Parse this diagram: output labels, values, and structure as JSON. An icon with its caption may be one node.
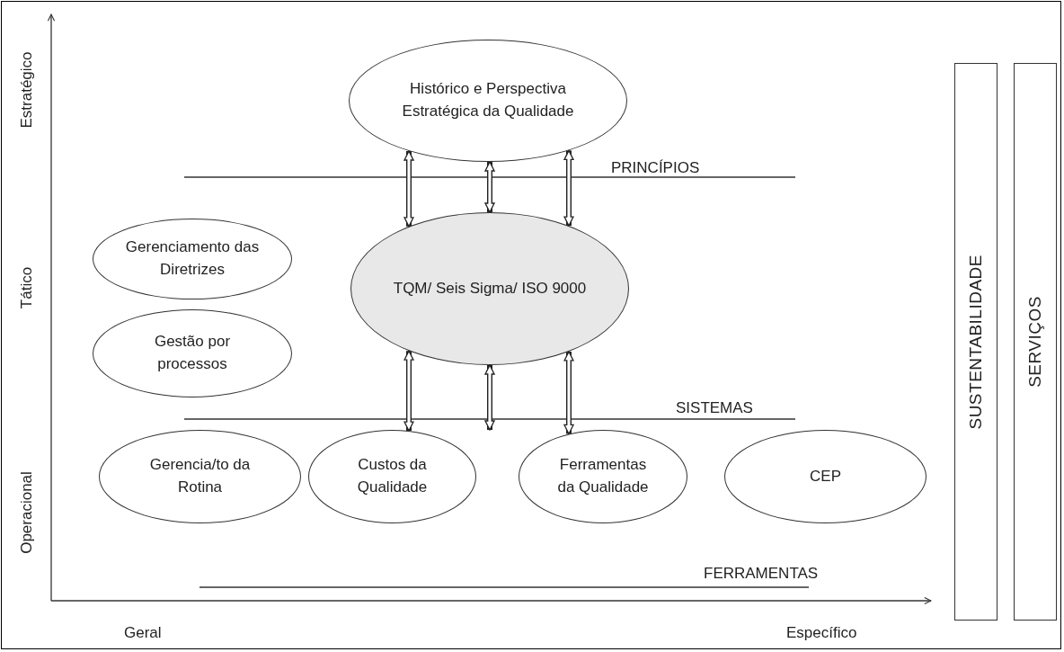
{
  "diagram": {
    "nodes": [
      {
        "text": [
          "Histórico e Perspectiva Estratégica da Qualidade"
        ]
      },
      {
        "text": [
          "Gerenciamento das Diretrizes"
        ]
      },
      {
        "text": [
          "TQM/ Seis Sigma/ ISO 9000"
        ]
      },
      {
        "text": [
          "Gestão por processos"
        ]
      },
      {
        "text": [
          "Gerencia/to da Rotina"
        ]
      },
      {
        "text": [
          "Custos da Qualidade"
        ]
      },
      {
        "text": [
          "Ferramentas da Qualidade"
        ]
      },
      {
        "text": [
          "CEP"
        ]
      },
      {
        "text": [
          "SUSTENTABILIDADE"
        ]
      },
      {
        "text": [
          "SERVIÇOS"
        ]
      }
    ],
    "edges": [
      {
        "from": 0,
        "to": 2,
        "arrow": "both"
      },
      {
        "from": 0,
        "to": 2,
        "arrow": "both"
      },
      {
        "from": 0,
        "to": 2,
        "arrow": "both"
      },
      {
        "from": 2,
        "to": 5,
        "arrow": "both"
      },
      {
        "from": 2,
        "to": 5,
        "arrow": "both"
      },
      {
        "from": 2,
        "to": 6,
        "arrow": "both"
      }
    ],
    "labels": [
      "Estratégico",
      "PRINCÍPIOS",
      "Tático",
      "SISTEMAS",
      "Operacional",
      "FERRAMENTAS",
      "Geral",
      "Específico"
    ]
  }
}
